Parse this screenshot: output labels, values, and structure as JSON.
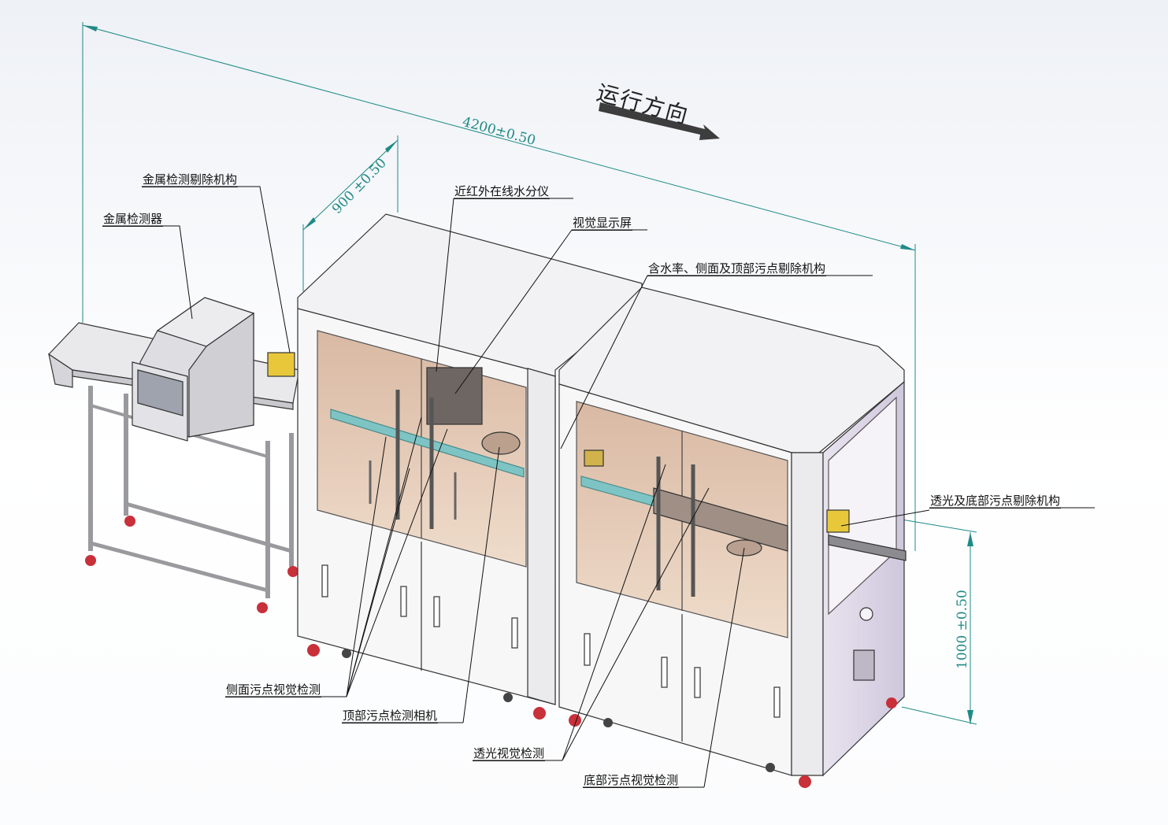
{
  "direction_label": "运行方向",
  "dimensions": {
    "length": "4200±0.50",
    "width": "900 ±0.50",
    "height": "1000 ±0.50"
  },
  "callouts": {
    "metal_reject": "金属检测剔除机构",
    "metal_detector": "金属检测器",
    "nir_moisture": "近红外在线水分仪",
    "vision_display": "视觉显示屏",
    "moisture_side_top_reject": "含水率、侧面及顶部污点剔除机构",
    "transmit_bottom_reject": "透光及底部污点剔除机构",
    "side_spot_vision": "侧面污点视觉检测",
    "top_spot_camera": "顶部污点检测相机",
    "transmit_vision": "透光视觉检测",
    "bottom_spot_vision": "底部污点视觉检测"
  },
  "colors": {
    "dimension": "#1f8a86",
    "window_tint": "#e6c9b0",
    "foot": "#c8303a",
    "side_panel": "#d9d3e3"
  }
}
